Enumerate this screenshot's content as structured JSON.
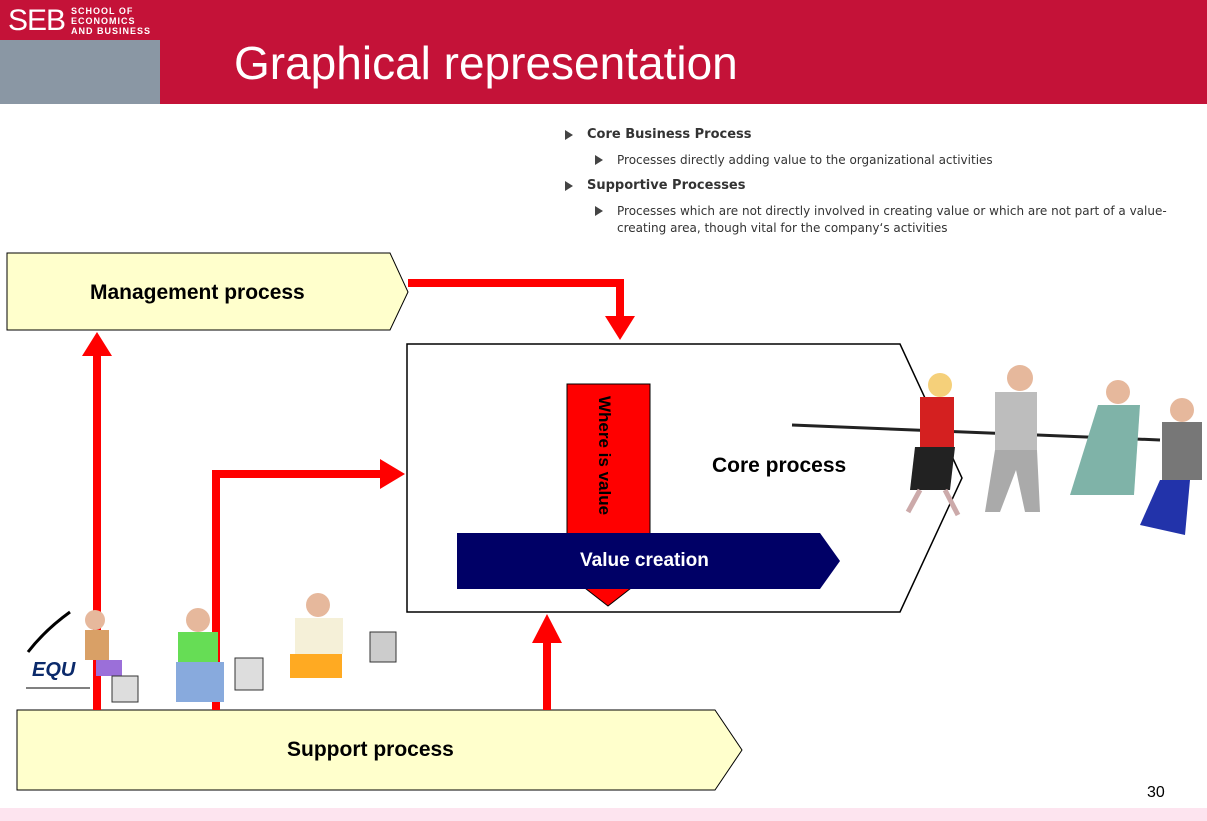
{
  "header": {
    "logo_main": "SEB",
    "logo_line1": "SCHOOL OF",
    "logo_line2": "ECONOMICS",
    "logo_line3": "AND BUSINESS",
    "title": "Graphical representation"
  },
  "bullets": {
    "core_title": "Core Business Process",
    "core_desc": "Processes directly adding value to the organizational activities",
    "support_title": "Supportive Processes",
    "support_desc": "Processes which are not directly involved in creating value or which are not part of a value-creating area, though vital for the company‘s activities"
  },
  "diagram": {
    "management": "Management process",
    "core": "Core process",
    "where": "Where is value",
    "value_creation": "Value creation",
    "support": "Support process"
  },
  "colors": {
    "header": "#c41238",
    "arrow_red": "#ff0000",
    "process_fill": "#ffffcc",
    "value_bar": "#000066"
  },
  "page_number": "30"
}
